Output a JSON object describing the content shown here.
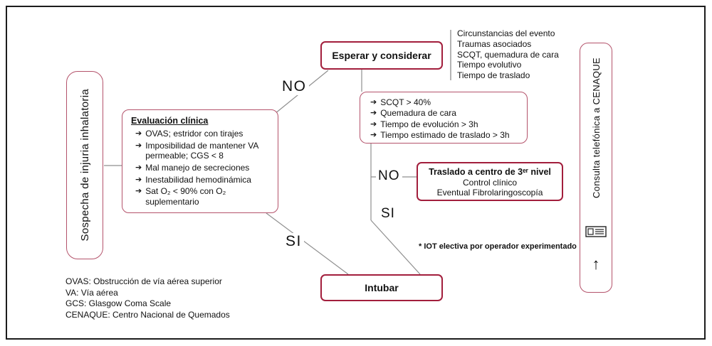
{
  "colors": {
    "accent": "#A21E3C",
    "accent_light": "#B4536B",
    "line_gray": "#8F8F8F",
    "text": "#111111"
  },
  "icons": {
    "bullet": "➔",
    "up_arrow": "↑"
  },
  "suspicion_box": {
    "label": "Sospecha de injuria inhalatoria"
  },
  "evaluation_box": {
    "title": "Evaluación clínica",
    "items": [
      "OVAS; estridor con tirajes",
      "Imposibilidad de mantener VA permeable; CGS < 8",
      "Mal manejo de secreciones",
      "Inestabilidad hemodinámica",
      "Sat O₂ < 90% con O₂ suplementario"
    ]
  },
  "wait_box": {
    "label": "Esperar y considerar"
  },
  "circumstances_list": {
    "items": [
      "Circunstancias del evento",
      "Traumas asociados",
      "SCQT, quemadura de cara",
      "Tiempo evolutivo",
      "Tiempo de traslado"
    ]
  },
  "criteria_box": {
    "items": [
      "SCQT > 40%",
      "Quemadura de cara",
      "Tiempo de evolución > 3h",
      "Tiempo estimado de traslado > 3h"
    ]
  },
  "transfer_box": {
    "title": "Traslado a centro de 3ᵉʳ nivel",
    "lines": [
      "Control clínico",
      "Eventual Fibrolaringoscopía"
    ]
  },
  "intubate_box": {
    "label": "Intubar"
  },
  "cenaque_box": {
    "label": "Consulta telefónica a CENAQUE"
  },
  "branch_labels": {
    "no_upper": "NO",
    "si_lower": "SI",
    "no_transfer": "NO",
    "si_intubate": "SI"
  },
  "footnote": "* IOT electiva por operador experimentado",
  "legend": {
    "items": [
      "OVAS: Obstrucción de vía aérea superior",
      "VA: Vía aérea",
      "GCS: Glasgow Coma Scale",
      "CENAQUE: Centro Nacional de Quemados"
    ]
  }
}
